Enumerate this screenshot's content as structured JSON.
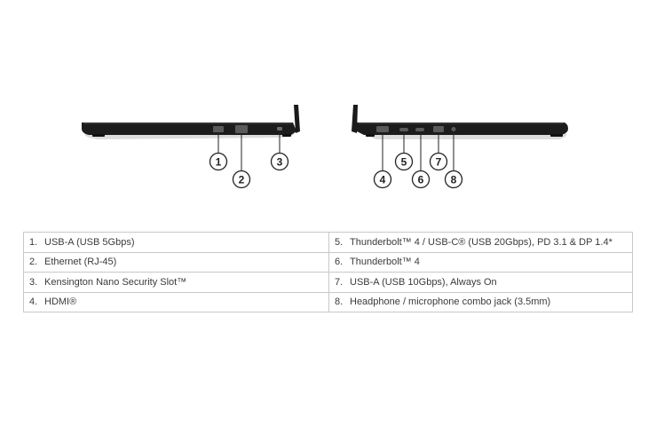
{
  "callouts": {
    "left_side": [
      "1",
      "2",
      "3"
    ],
    "right_side": [
      "4",
      "5",
      "6",
      "7",
      "8"
    ]
  },
  "ports_table": {
    "rows": [
      {
        "left": {
          "num": "1.",
          "text": "USB-A (USB 5Gbps)"
        },
        "right": {
          "num": "5.",
          "text": "Thunderbolt™ 4 / USB-C® (USB 20Gbps), PD 3.1 & DP 1.4*"
        }
      },
      {
        "left": {
          "num": "2.",
          "text": "Ethernet (RJ-45)"
        },
        "right": {
          "num": "6.",
          "text": "Thunderbolt™ 4"
        }
      },
      {
        "left": {
          "num": "3.",
          "text": "Kensington Nano Security Slot™"
        },
        "right": {
          "num": "7.",
          "text": "USB-A (USB 10Gbps), Always On"
        }
      },
      {
        "left": {
          "num": "4.",
          "text": "HDMI®"
        },
        "right": {
          "num": "8.",
          "text": "Headphone / microphone combo jack (3.5mm)"
        }
      }
    ]
  },
  "colors": {
    "laptop_body": "#1c1c1c",
    "laptop_edge": "#3a3a3a",
    "port": "#5a5a5a",
    "callout_stroke": "#222222",
    "table_border": "#c8c8c8"
  }
}
